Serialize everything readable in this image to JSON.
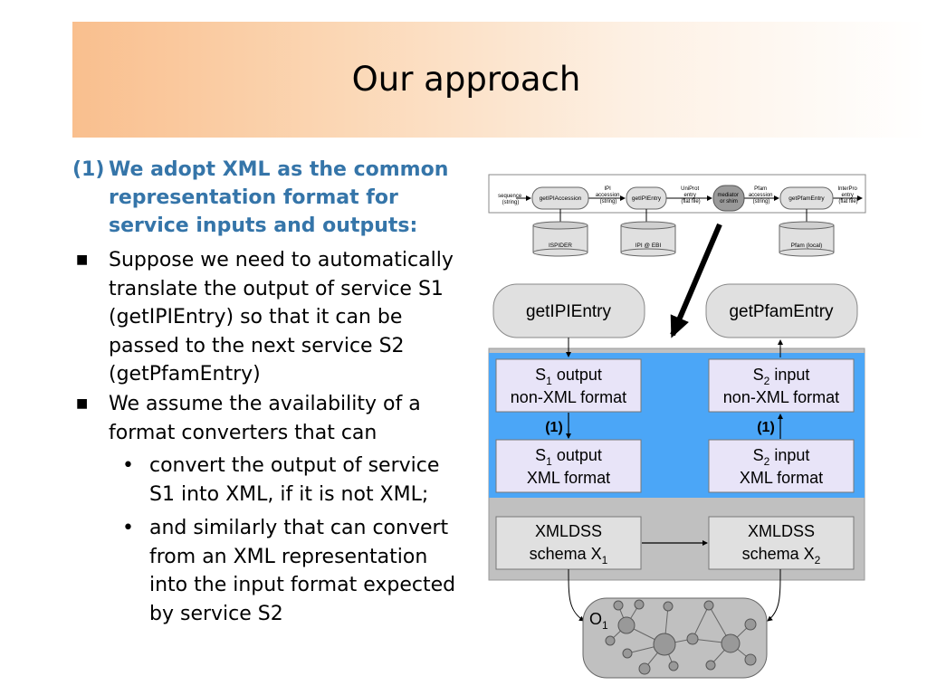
{
  "slide": {
    "title": "Our approach"
  },
  "text": {
    "heading_number": "(1)",
    "heading_text": "We adopt XML as the common representation format for service inputs and outputs:",
    "bullets": [
      {
        "text": "Suppose we need to automatically translate the output of service S1 (getIPIEntry) so that it can be passed to the next service S2 (getPfamEntry)"
      },
      {
        "text": "We assume the availability of a format converters that can"
      }
    ],
    "sub_bullets": [
      {
        "text": "convert the output of service S1 into XML, if it is not XML;"
      },
      {
        "text": "and similarly that can convert from an XML representation into the input format expected by service S2"
      }
    ]
  },
  "workflow": {
    "labels": [
      {
        "lines": [
          "sequence",
          "(string)"
        ]
      },
      {
        "lines": [
          "IPI",
          "accession",
          "(string)"
        ]
      },
      {
        "lines": [
          "UniProt",
          "entry",
          "(flat file)"
        ]
      },
      {
        "lines": [
          "Pfam",
          "accession",
          "(string)"
        ]
      },
      {
        "lines": [
          "InterPro",
          "entry",
          "(flat file)"
        ]
      }
    ],
    "services": [
      "getIPIAccession",
      "getIPIEntry",
      "getPfamEntry"
    ],
    "mediator": [
      "mediator",
      "or shim"
    ],
    "databases": [
      "ISPIDER",
      "IPI @ EBI",
      "Pfam (local)"
    ]
  },
  "diagram": {
    "service1": "getIPIEntry",
    "service2": "getPfamEntry",
    "s1_output_nonxml": {
      "sym": "S",
      "sub": "1",
      "rest": " output",
      "line2": "non-XML format"
    },
    "s2_input_nonxml": {
      "sym": "S",
      "sub": "2",
      "rest": " input",
      "line2": "non-XML format"
    },
    "s1_output_xml": {
      "sym": "S",
      "sub": "1",
      "rest": " output",
      "line2": "XML format"
    },
    "s2_input_xml": {
      "sym": "S",
      "sub": "2",
      "rest": " input",
      "line2": "XML format"
    },
    "conv_left": "(1)",
    "conv_right": "(1)",
    "schema_x1": {
      "line1": "XMLDSS",
      "pre": "schema X",
      "sub": "1"
    },
    "schema_x2": {
      "line1": "XMLDSS",
      "pre": "schema X",
      "sub": "2"
    },
    "ontology": {
      "sym": "O",
      "sub": "1"
    }
  },
  "colors": {
    "heading": "#3575a9",
    "blue_panel": "#4ba6f7",
    "grey_panel": "#c0c0c0",
    "lavender_box": "#e8e4f8",
    "service_box": "#e0e0e0",
    "title_band": "#f9bf8e"
  }
}
